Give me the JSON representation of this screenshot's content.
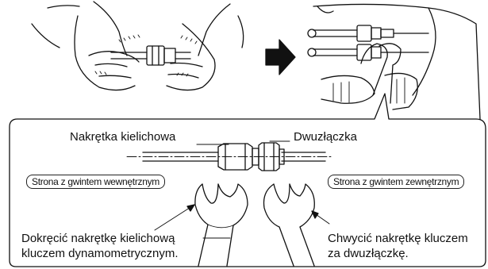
{
  "labels": {
    "flare_nut": "Nakrętka kielichowa",
    "union": "Dwuzłączka",
    "inner_thread_side": "Strona z gwintem wewnętrznym",
    "outer_thread_side": "Strona z gwintem zewnętrznym",
    "torque_instruction_line1": "Dokręcić nakrętkę kielichową",
    "torque_instruction_line2": "kluczem dynamometrycznym.",
    "hold_instruction_line1": "Chwycić nakrętkę kluczem",
    "hold_instruction_line2": "za dwuzłączkę."
  },
  "icons": {
    "step_arrow": "right-arrow-icon",
    "wrench_left": "open-end-wrench-icon",
    "wrench_right": "open-end-wrench-icon"
  },
  "colors": {
    "ink": "#111111",
    "background": "#ffffff"
  }
}
